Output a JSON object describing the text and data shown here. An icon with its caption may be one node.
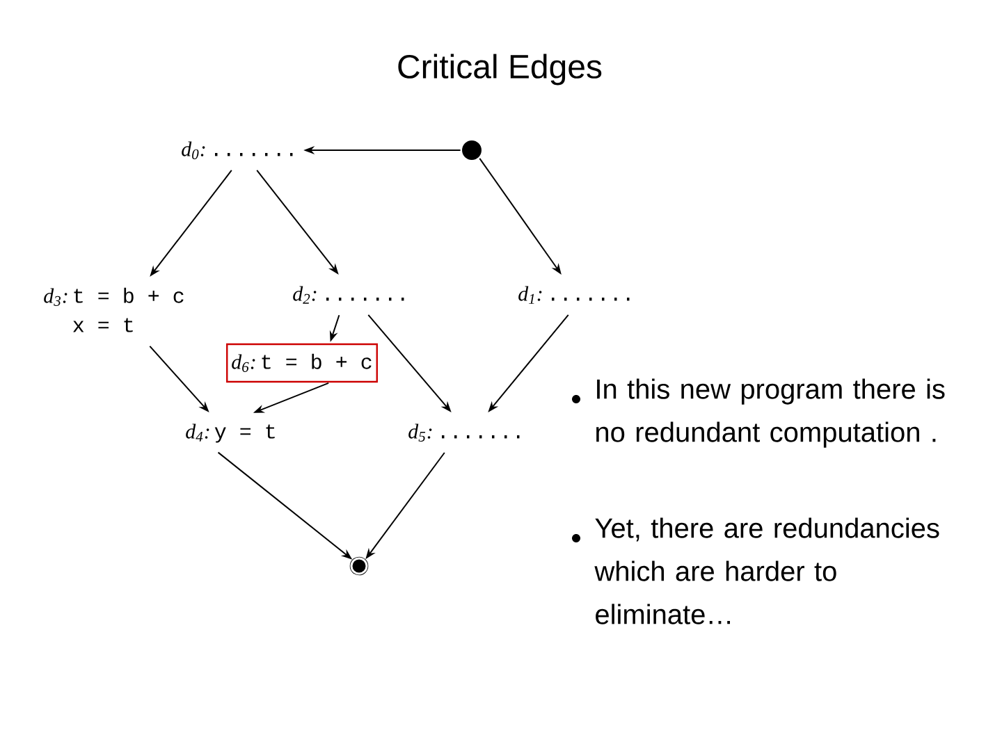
{
  "diagram": {
    "title": "Critical Edges",
    "nodes": [
      {
        "text": [],
        "shape": "circle"
      },
      {
        "text": [
          "d$_{0}$:",
          "......."
        ]
      },
      {
        "text": [
          "d$_{3}$:",
          "t = b + c",
          "x = t"
        ]
      },
      {
        "text": [
          "d$_{2}$:",
          "......."
        ]
      },
      {
        "text": [
          "d$_{1}$:",
          "......."
        ]
      },
      {
        "text": [
          "d$_{6}$:",
          "t = b + c"
        ]
      },
      {
        "text": [
          "d$_{4}$:",
          "y = t"
        ]
      },
      {
        "text": [
          "d$_{5}$:",
          "......."
        ]
      },
      {
        "text": [],
        "shape": "circle"
      }
    ],
    "edges": [
      {
        "from": 0,
        "to": 1,
        "arrow": "to"
      },
      {
        "from": 0,
        "to": 4,
        "arrow": "to"
      },
      {
        "from": 1,
        "to": 2,
        "arrow": "to"
      },
      {
        "from": 1,
        "to": 3,
        "arrow": "to"
      },
      {
        "from": 4,
        "to": 7,
        "arrow": "to"
      },
      {
        "from": 3,
        "to": 5,
        "arrow": "to"
      },
      {
        "from": 3,
        "to": 7,
        "arrow": "to"
      },
      {
        "from": 2,
        "to": 6,
        "arrow": "to"
      },
      {
        "from": 5,
        "to": 6,
        "arrow": "to"
      },
      {
        "from": 6,
        "to": 8,
        "arrow": "to"
      },
      {
        "from": 7,
        "to": 8,
        "arrow": "to"
      }
    ],
    "labels": [
      "In this new program there is no redundant computation .",
      "Yet, there are redundancies which are harder to eliminate…"
    ]
  }
}
